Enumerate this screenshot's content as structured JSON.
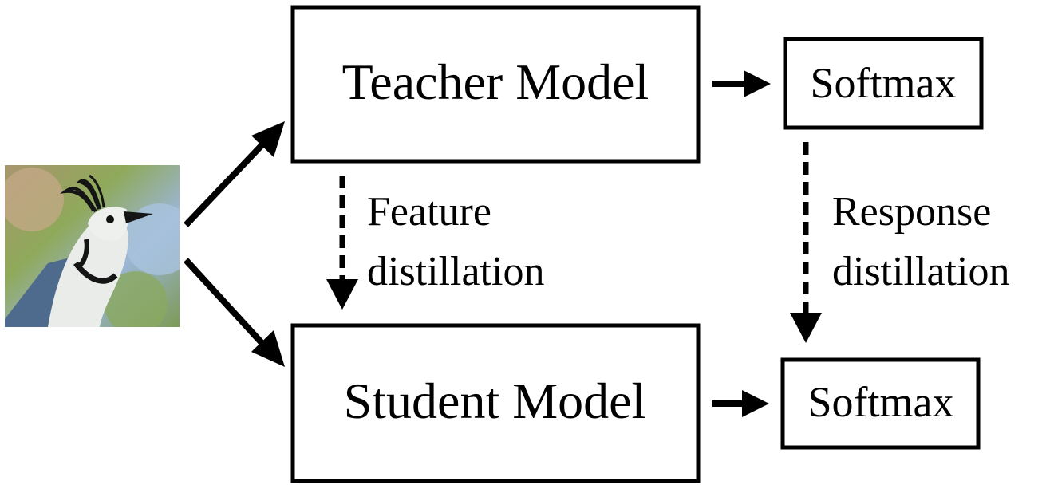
{
  "teacher": {
    "label": "Teacher Model"
  },
  "student": {
    "label": "Student Model"
  },
  "softmax_top": {
    "label": "Softmax"
  },
  "softmax_bottom": {
    "label": "Softmax"
  },
  "feature_distillation": {
    "line1": "Feature",
    "line2": "distillation"
  },
  "response_distillation": {
    "line1": "Response",
    "line2": "distillation"
  },
  "input_image": {
    "icon": "bird-photo-icon",
    "colors": {
      "sky": "#9bb6d6",
      "foliage": "#8fa95a",
      "bird_body": "#e9ece8",
      "bird_wing": "#4e6a8c",
      "beak": "#151515"
    }
  }
}
